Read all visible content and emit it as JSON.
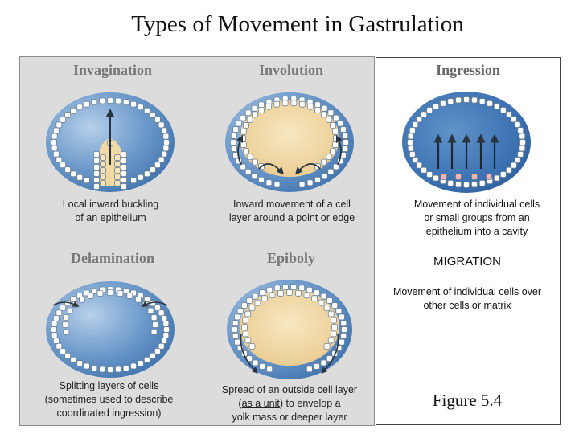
{
  "title": "Types of Movement in Gastrulation",
  "panels": {
    "invagination": {
      "heading": "Invagination",
      "caption": [
        "Local inward buckling",
        "of an epithelium"
      ]
    },
    "involution": {
      "heading": "Involution",
      "caption": [
        "Inward movement of a cell",
        "layer around a point or edge"
      ]
    },
    "ingression": {
      "heading": "Ingression",
      "caption": [
        "Movement of individual cells",
        "or small groups from an",
        "epithelium into a cavity"
      ]
    },
    "delamination": {
      "heading": "Delamination",
      "caption": [
        "Splitting layers of cells",
        "(sometimes used to describe",
        "coordinated ingression)"
      ]
    },
    "epiboly": {
      "heading": "Epiboly",
      "caption_line1": "Spread of an outside cell layer",
      "caption_line2_pre": "(",
      "caption_line2_underlined": "as a unit",
      "caption_line2_post": ") to envelop a",
      "caption_line3": "yolk mass or deeper layer"
    },
    "migration": {
      "heading": "MIGRATION",
      "caption": [
        "Movement of individual cells over",
        "other cells or matrix"
      ]
    }
  },
  "figure_label": "Figure 5.4",
  "colors": {
    "embryo_blue": "#4f86c0",
    "embryo_light": "#8fb6dd",
    "yolk": "#f1d9a6",
    "cell_fill": "#ffffff",
    "cell_stroke": "#6b7f92",
    "arrow": "#2a3440"
  }
}
